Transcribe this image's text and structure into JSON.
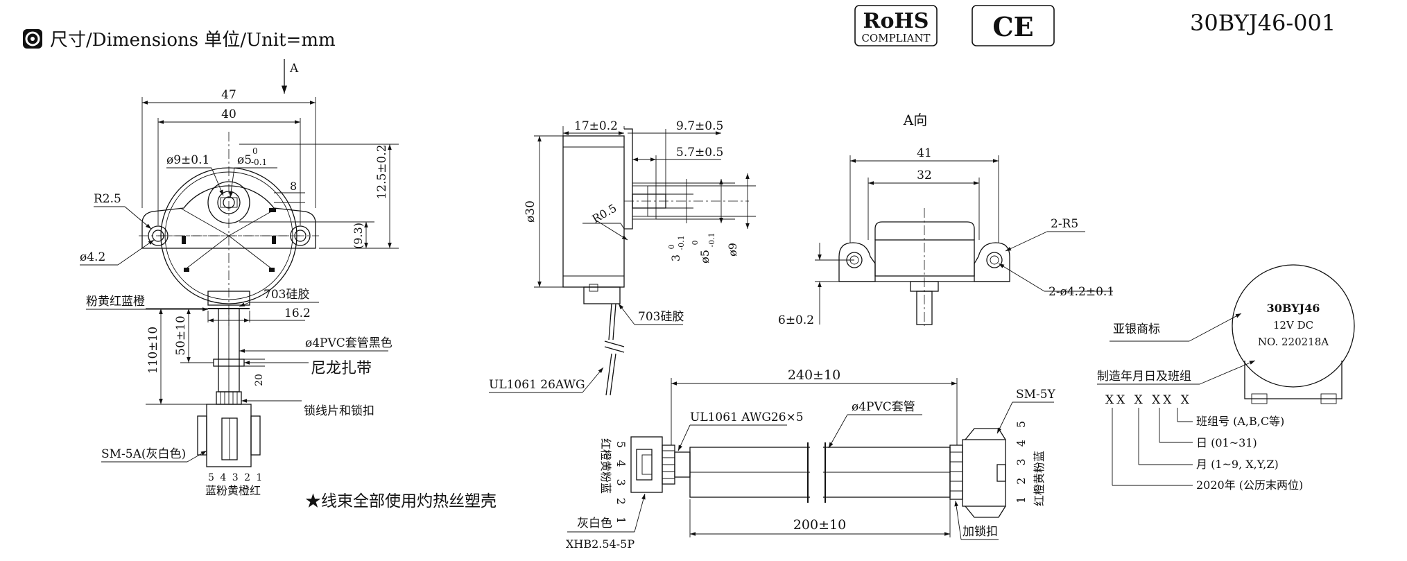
{
  "header": {
    "title": "尺寸/Dimensions 单位/Unit=mm",
    "model": "30BYJ46-001",
    "rohs_main": "RoHS",
    "rohs_sub": "COMPLIANT",
    "ce": "CE"
  },
  "front_view": {
    "arrow_label": "A",
    "dim_47": "47",
    "dim_40": "40",
    "dim_phi9": "ø9±0.1",
    "dim_phi5": "ø5",
    "dim_phi5_tol_top": "0",
    "dim_phi5_tol_bot": "-0.1",
    "dim_r25": "R2.5",
    "dim_phi42": "ø4.2",
    "dim_8": "8",
    "dim_125": "12.5±0.2",
    "dim_93": "(9.3)",
    "wire_colors_top": "粉黄红蓝橙",
    "silicone": "703硅胶",
    "dim_162": "16.2",
    "dim_110": "110±10",
    "dim_50": "50±10",
    "pvc": "ø4PVC套管黑色",
    "dim_20": "20",
    "tie": "尼龙扎带",
    "lock": "锁线片和锁扣",
    "connector": "SM-5A(灰白色)",
    "pins": "5 4 3 2 1",
    "wire_colors_bottom": "蓝粉黄橙红"
  },
  "side_view": {
    "dim_17": "17±0.2",
    "dim_97": "9.7±0.5",
    "dim_57": "5.7±0.5",
    "dim_r05": "R0.5",
    "dim_phi30": "ø30",
    "dim_3": "3",
    "dim_3_tol_top": "0",
    "dim_3_tol_bot": "-0.1",
    "dim_phi5b": "ø5",
    "dim_phi5b_tol_top": "0",
    "dim_phi5b_tol_bot": "-0.1",
    "dim_phi9b": "ø9",
    "silicone": "703硅胶",
    "wire": "UL1061 26AWG"
  },
  "top_view": {
    "title": "A向",
    "dim_41": "41",
    "dim_32": "32",
    "dim_2r5": "2-R5",
    "dim_2phi42": "2-ø4.2±0.1",
    "dim_6": "6±0.2"
  },
  "harness": {
    "dim_240": "240±10",
    "dim_200": "200±10",
    "wire": "UL1061 AWG26×5",
    "pvc": "ø4PVC套管",
    "sm5y": "SM-5Y",
    "left_colors": "红橙黄粉蓝",
    "left_pins": "5 4 3 2 1",
    "right_pins": "1 2 3 4 5",
    "right_colors": "红橙黄粉蓝",
    "left_color": "灰白色",
    "left_conn": "XHB2.54-5P",
    "lock": "加锁扣"
  },
  "label_block": {
    "label_line1": "30BYJ46",
    "label_line2": "12V DC",
    "label_line3": "NO. 220218A",
    "brand": "亚银商标",
    "mfg": "制造年月日及班组",
    "code": "XX X XX X",
    "shift": "班组号 (A,B,C等)",
    "day": "日 (01~31)",
    "month": "月 (1~9, X,Y,Z)",
    "year": "2020年 (公历末两位)"
  },
  "footnote": "★线束全部使用灼热丝塑壳"
}
